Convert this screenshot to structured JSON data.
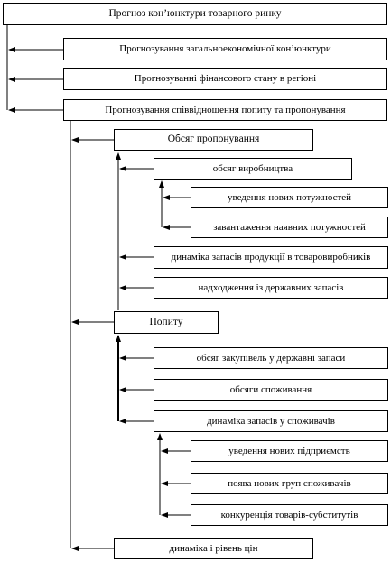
{
  "diagram": {
    "root": "Прогноз кон’юнктури товарного ринку",
    "level1": [
      "Прогнозування загальноекономічної кон’юнктури",
      "Прогнозуванні фінансового стану в регіоні",
      "Прогнозування співвідношення попиту та пропонування"
    ],
    "supply": {
      "title": "Обсяг пропонування",
      "production": "обсяг виробництва",
      "production_items": [
        "уведення нових потужностей",
        "завантаження наявних потужностей"
      ],
      "stock_dynamics": "динаміка запасів продукції в товаровиробників",
      "state_reserves_inflow": "надходження із державних запасів"
    },
    "demand": {
      "title": "Попиту",
      "state_purchases": "обсяг закупівель у державні запаси",
      "consumption": "обсяги споживання",
      "consumer_stocks": "динаміка запасів у споживачів",
      "consumer_stock_items": [
        "уведення нових підприємств",
        "поява нових груп споживачів",
        "конкуренція товарів-субститутів"
      ]
    },
    "prices": "динаміка і рівень цін"
  }
}
